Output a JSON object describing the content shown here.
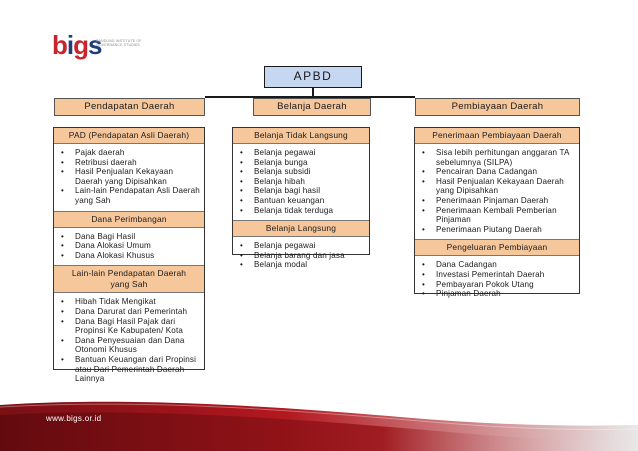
{
  "logo": {
    "letters": [
      "b",
      "i",
      "g",
      "s"
    ],
    "tagline": "BANDUNG INSTITUTE OF GOVERNANCE STUDIES"
  },
  "root": {
    "label": "APBD"
  },
  "columns": [
    {
      "header": "Pendapatan Daerah",
      "sections": [
        {
          "title": "PAD (Pendapatan Asli Daerah)",
          "items": [
            "Pajak daerah",
            "Retribusi daerah",
            "Hasil Penjualan Kekayaan Daerah yang Dipisahkan",
            "Lain-lain Pendapatan Asli Daerah yang Sah"
          ]
        },
        {
          "title": "Dana Perimbangan",
          "items": [
            "Dana Bagi Hasil",
            "Dana Alokasi Umum",
            "Dana Alokasi Khusus"
          ]
        },
        {
          "title": "Lain-lain Pendapatan Daerah yang Sah",
          "items": [
            "Hibah Tidak Mengikat",
            "Dana Darurat dari Pemerintah",
            "Dana Bagi Hasil Pajak dari Propinsi Ke Kabupaten/ Kota",
            "Dana Penyesuaian dan Dana Otonomi Khusus",
            "Bantuan Keuangan dari Propinsi atau Dari Pemerintah Daerah Lainnya"
          ]
        }
      ]
    },
    {
      "header": "Belanja Daerah",
      "sections": [
        {
          "title": "Belanja Tidak Langsung",
          "items": [
            "Belanja pegawai",
            "Belanja bunga",
            "Belanja subsidi",
            "Belanja hibah",
            "Belanja bagi hasil",
            "Bantuan keuangan",
            "Belanja tidak terduga"
          ]
        },
        {
          "title": "Belanja Langsung",
          "items": [
            "Belanja pegawai",
            "Belanja barang dan jasa",
            "Belanja modal"
          ]
        }
      ]
    },
    {
      "header": "Pembiayaan Daerah",
      "sections": [
        {
          "title": "Penerimaan Pembiayaan Daerah",
          "items": [
            "Sisa lebih perhitungan anggaran TA sebelumnya (SILPA)",
            "Pencairan Dana Cadangan",
            "Hasil Penjualan Kekayaan Daerah yang Dipisahkan",
            "Penerimaan Pinjaman Daerah",
            "Penerimaan Kembali Pemberian Pinjaman",
            "Penerimaan Piutang Daerah"
          ]
        },
        {
          "title": "Pengeluaran Pembiayaan",
          "items": [
            "Dana Cadangan",
            "Investasi Pemerintah Daerah",
            "Pembayaran Pokok Utang",
            "Pinjaman Daerah"
          ]
        }
      ]
    }
  ],
  "footer": {
    "url": "www.bigs.or.id"
  },
  "colors": {
    "root_fill": "#c6d7f2",
    "header_fill": "#f7c79c",
    "brand_red": "#c9252c",
    "brand_blue": "#1f3d7a"
  }
}
